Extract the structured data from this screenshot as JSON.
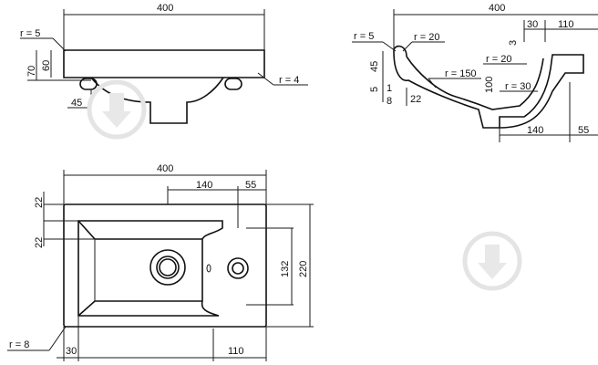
{
  "front_view": {
    "labels": {
      "width": "400",
      "radius_top": "r = 5",
      "h_total": "70",
      "h_body": "60",
      "radius_right": "r = 4",
      "offset": "45"
    }
  },
  "side_view": {
    "labels": {
      "width": "400",
      "w_30": "30",
      "w_110": "110",
      "r5": "r = 5",
      "r20_a": "r = 20",
      "d3": "3",
      "r20_b": "r = 20",
      "h45": "45",
      "r150": "r = 150",
      "h100": "100",
      "h5": "5",
      "d1": "1",
      "d8": "8",
      "d22": "22",
      "r30": "r = 30",
      "w140": "140",
      "w55": "55"
    }
  },
  "top_view": {
    "labels": {
      "width": "400",
      "w140": "140",
      "w55": "55",
      "h22a": "22",
      "h22b": "22",
      "h132": "132",
      "h220": "220",
      "r8": "r = 8",
      "w30": "30",
      "w110": "110"
    }
  },
  "watermark_icons": [
    "download-arrow-icon",
    "download-arrow-icon"
  ]
}
